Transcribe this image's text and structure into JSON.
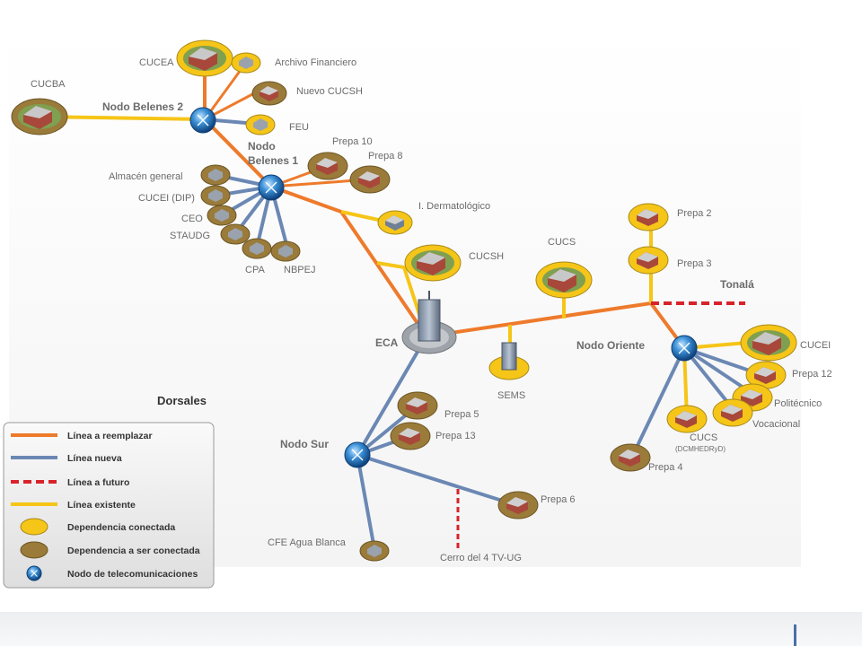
{
  "colors": {
    "replace": "#ee7a2b",
    "new": "#6b88b4",
    "future": "#d8232a",
    "existing": "#f5c518",
    "connected": "#f5c518",
    "to_connect": "#9a7b3a",
    "node": "#2a78b8"
  },
  "legend": {
    "title": "Dorsales",
    "items": [
      {
        "label": "Línea a reemplazar",
        "icon": "orange-line-icon"
      },
      {
        "label": "Línea nueva",
        "icon": "blue-line-icon"
      },
      {
        "label": "Línea a futuro",
        "icon": "red-dashed-line-icon"
      },
      {
        "label": "Línea existente",
        "icon": "yellow-line-icon"
      },
      {
        "label": "Dependencia conectada",
        "icon": "yellow-ellipse-icon"
      },
      {
        "label": "Dependencia a ser conectada",
        "icon": "brown-ellipse-icon"
      },
      {
        "label": "Nodo de telecomunicaciones",
        "icon": "telecom-node-icon"
      }
    ]
  },
  "nodes": {
    "belenes2": "Nodo Belenes 2",
    "belenes1_line1": "Nodo",
    "belenes1_line2": "Belenes 1",
    "eca": "ECA",
    "oriente": "Nodo Oriente",
    "sur": "Nodo Sur"
  },
  "sites": {
    "cucea": "CUCEA",
    "archivo": "Archivo Financiero",
    "cucba": "CUCBA",
    "nuevo_cucsh": "Nuevo CUCSH",
    "feu": "FEU",
    "prepa10": "Prepa 10",
    "prepa8": "Prepa 8",
    "almacen": "Almacén general",
    "cucei_dip": "CUCEI (DIP)",
    "ceo": "CEO",
    "staudg": "STAUDG",
    "cpa": "CPA",
    "nbpej": "NBPEJ",
    "dermatologico": "I. Dermatológico",
    "cucsh": "CUCSH",
    "cucs": "CUCS",
    "prepa2": "Prepa 2",
    "prepa3": "Prepa 3",
    "tonala": "Tonalá",
    "sems": "SEMS",
    "cucei": "CUCEI",
    "prepa12": "Prepa 12",
    "politecnico": "Politécnico",
    "vocacional": "Vocacional",
    "cucs_dcmhedryd_1": "CUCS",
    "cucs_dcmhedryd_2": "(DCMHEDRyD)",
    "prepa4": "Prepa 4",
    "prepa5": "Prepa 5",
    "prepa13": "Prepa 13",
    "prepa6": "Prepa 6",
    "cfe": "CFE Agua Blanca",
    "cerro": "Cerro del 4 TV-UG"
  }
}
